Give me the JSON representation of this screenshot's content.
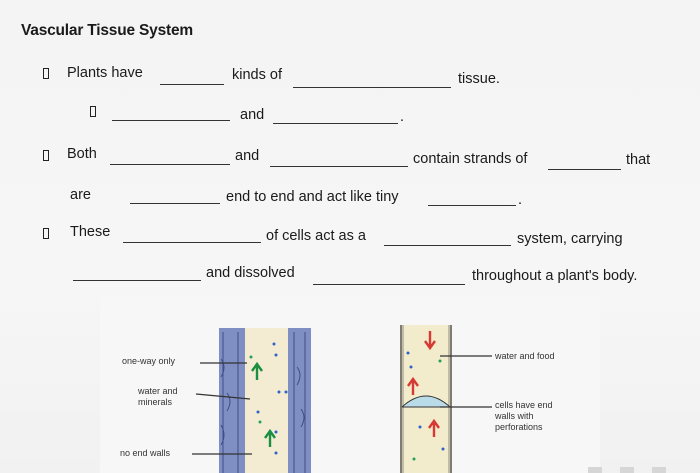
{
  "title": "Vascular Tissue System",
  "bullets": {
    "line1": {
      "prefix": "Plants have",
      "middle": "kinds of",
      "suffix": "tissue."
    },
    "line2": {
      "middle": "and",
      "suffix": "."
    },
    "line3": {
      "prefix": "Both",
      "middle": "and",
      "mid2": "contain strands of",
      "suffix": "that"
    },
    "line4": {
      "prefix": "are",
      "middle": "end to end and act like tiny",
      "suffix": "."
    },
    "line5": {
      "prefix": "These",
      "middle": "of cells act as a",
      "suffix": "system, carrying"
    },
    "line6": {
      "middle": "and dissolved",
      "suffix": "throughout a plant's body."
    }
  },
  "diagram": {
    "label_one_way": "one-way only",
    "label_water_minerals": [
      "water and",
      "minerals"
    ],
    "label_no_end_walls": "no end walls",
    "label_water_food": "water and food",
    "label_cells_end_walls": [
      "cells have end",
      "walls with",
      "perforations"
    ]
  },
  "colors": {
    "xylem_wall": "#7f8fc4",
    "xylem_fill": "#f3ecd2",
    "phloem_fill": "#f2ebcc",
    "arrow_up_green": "#1c8f43",
    "arrow_down_red": "#d63a32",
    "dot_blue": "#2d63c8",
    "dot_green": "#27a05a"
  }
}
